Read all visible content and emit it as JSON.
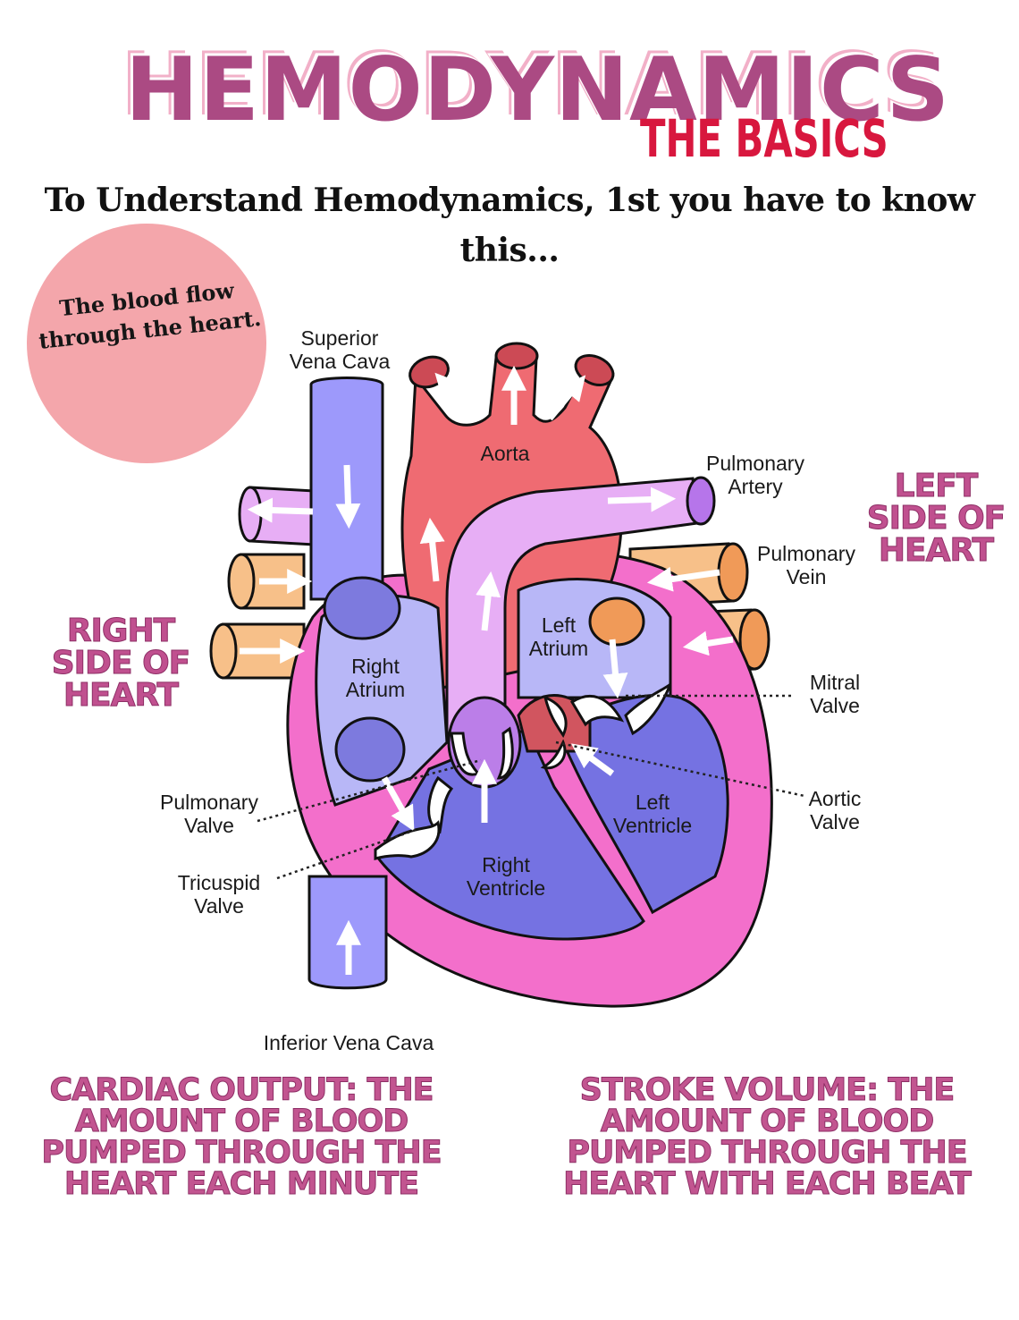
{
  "header": {
    "title": "HEMODYNAMICS",
    "subtitle": "THE BASICS",
    "intro": "To Understand Hemodynamics, 1st you have to know this..."
  },
  "badge": {
    "text": "The blood flow through the heart."
  },
  "sides": {
    "right": "RIGHT SIDE OF HEART",
    "left": "LEFT SIDE OF HEART"
  },
  "diagram_labels": {
    "superior_vena_cava": "Superior Vena Cava",
    "aorta": "Aorta",
    "pulmonary_artery": "Pulmonary Artery",
    "pulmonary_vein": "Pulmonary Vein",
    "left_atrium": "Left Atrium",
    "right_atrium": "Right Atrium",
    "mitral_valve": "Mitral Valve",
    "aortic_valve": "Aortic Valve",
    "pulmonary_valve": "Pulmonary Valve",
    "tricuspid_valve": "Tricuspid Valve",
    "left_ventricle": "Left Ventricle",
    "right_ventricle": "Right Ventricle",
    "inferior_vena_cava": "Inferior Vena Cava"
  },
  "definitions": {
    "cardiac_output": "CARDIAC OUTPUT: THE AMOUNT OF BLOOD PUMPED THROUGH THE HEART EACH MINUTE",
    "stroke_volume": "STROKE VOLUME: THE AMOUNT OF BLOOD PUMPED THROUGH THE HEART WITH EACH BEAT"
  },
  "colors": {
    "title": "#ab4a83",
    "subtitle": "#d8173e",
    "badge": "#f4a6ab",
    "vena_cava": "#9d99fb",
    "aorta": "#ef6b72",
    "pulmonary_artery": "#e7aef5",
    "pulmonary_vein": "#f7c089",
    "heart_wall": "#f36fcb",
    "right_chambers": "#b8b7f7",
    "ventricles": "#7572e2"
  }
}
